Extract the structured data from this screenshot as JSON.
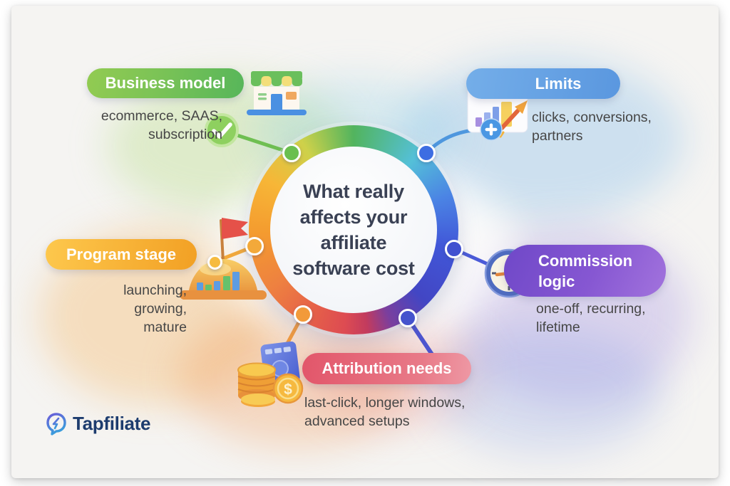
{
  "center": {
    "title_lines": [
      "What really",
      "affects your",
      "affiliate",
      "software cost"
    ]
  },
  "factors": [
    {
      "id": "business-model",
      "label": "Business model",
      "details": "ecommerce, SAAS,\nsubscription",
      "color": "#6abf4f"
    },
    {
      "id": "limits",
      "label": "Limits",
      "details": "clicks, conversions,\npartners",
      "color": "#5a97df"
    },
    {
      "id": "program-stage",
      "label": "Program stage",
      "details": "launching,\ngrowing,\nmature",
      "color": "#f3a93a"
    },
    {
      "id": "commission-logic",
      "label": "Commission logic",
      "details": "one-off, recurring,\nlifetime",
      "color": "#7e52cd"
    },
    {
      "id": "attribution-needs",
      "label": "Attribution needs",
      "details": "last-click, longer windows,\nadvanced setups",
      "color": "#e2566a"
    }
  ],
  "logo": {
    "name": "Tapfiliate"
  },
  "colors": {
    "title_text": "#3a4154",
    "details_text": "#464646",
    "card_background": "#f5f4f2"
  }
}
